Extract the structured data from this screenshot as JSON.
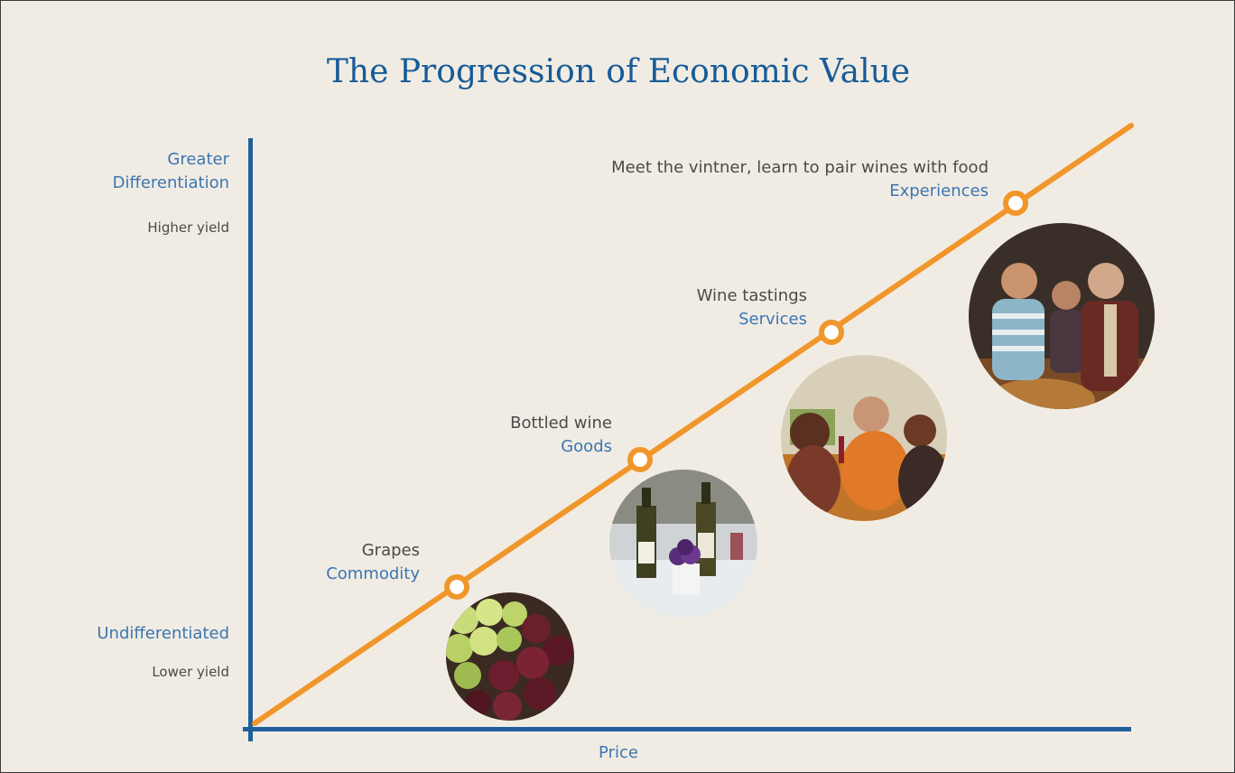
{
  "title": "The Progression of Economic Value",
  "y_axis": {
    "top_label": "Greater\nDifferentiation",
    "top_sub": "Higher yield",
    "bottom_label": "Undifferentiated",
    "bottom_sub": "Lower yield"
  },
  "x_axis": {
    "label": "Price"
  },
  "stages": [
    {
      "example": "Grapes",
      "category": "Commodity",
      "photo": "grapes-photo"
    },
    {
      "example": "Bottled wine",
      "category": "Goods",
      "photo": "bottled-wine-photo"
    },
    {
      "example": "Wine tastings",
      "category": "Services",
      "photo": "wine-tasting-photo"
    },
    {
      "example": "Meet the vintner, learn to pair wines with food",
      "category": "Experiences",
      "photo": "vintner-photo"
    }
  ],
  "colors": {
    "axis": "#1f5f9c",
    "progression_line": "#f0962a",
    "label_blue": "#3b76b3",
    "background": "#f1ece3"
  }
}
